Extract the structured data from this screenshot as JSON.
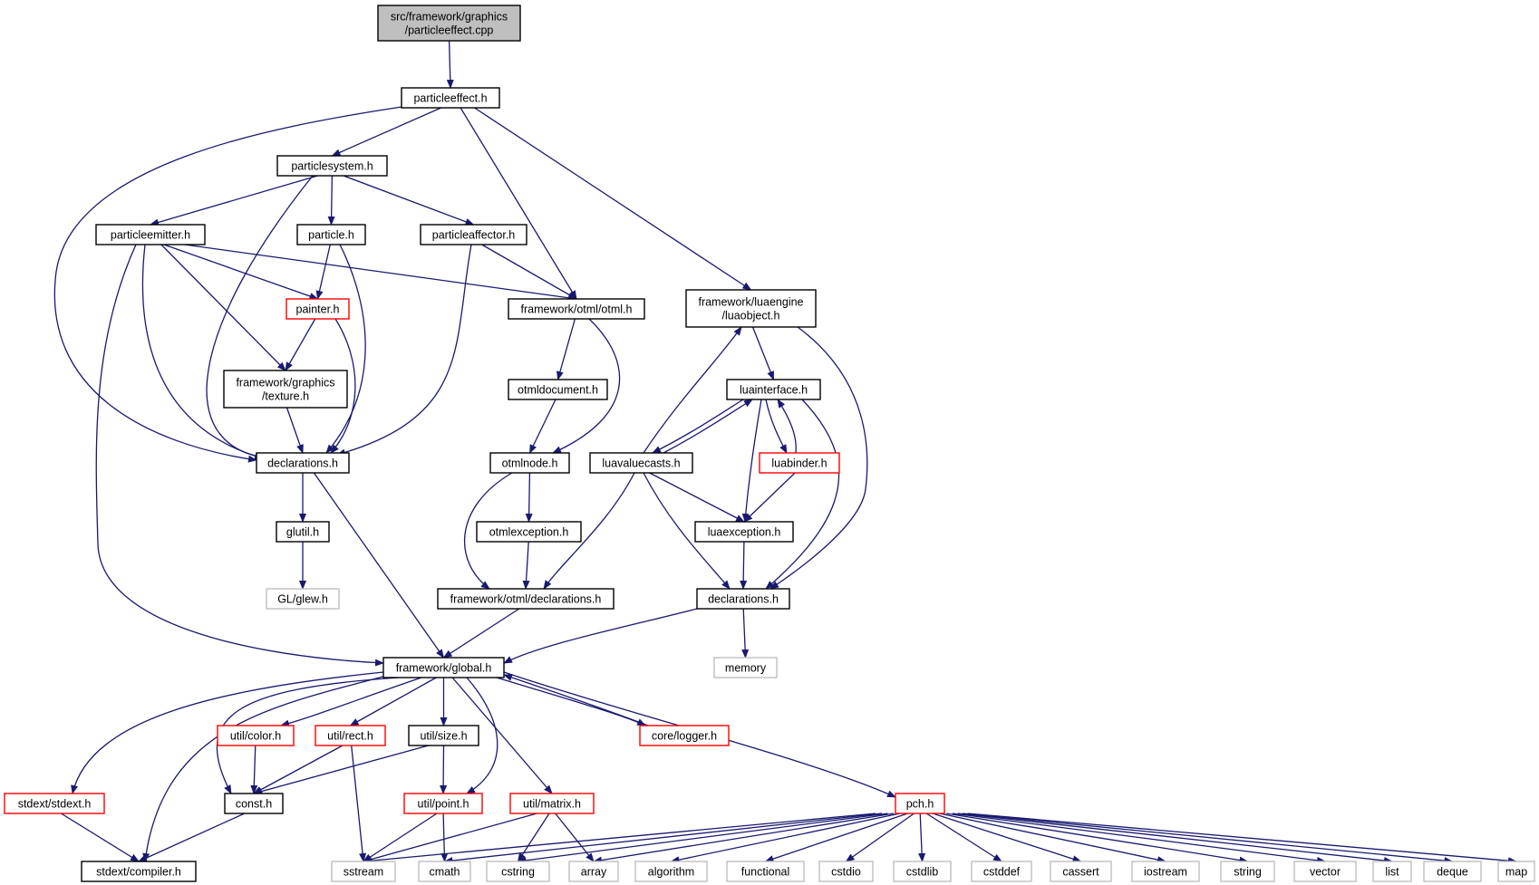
{
  "graph": {
    "colors": {
      "edge": "#191970",
      "focus_fill": "#bfbfbf",
      "normal_border": "#000000",
      "truncated_border": "#ff0000",
      "external_border": "#bfbfbf",
      "background": "#ffffff"
    },
    "nodes": [
      {
        "id": "particleeffect_cpp",
        "lines": [
          "src/framework/graphics",
          "/particleeffect.cpp"
        ],
        "kind": "focus"
      },
      {
        "id": "particleeffect_h",
        "lines": [
          "particleeffect.h"
        ],
        "kind": "normal"
      },
      {
        "id": "particlesystem_h",
        "lines": [
          "particlesystem.h"
        ],
        "kind": "normal"
      },
      {
        "id": "particleemitter_h",
        "lines": [
          "particleemitter.h"
        ],
        "kind": "normal"
      },
      {
        "id": "particle_h",
        "lines": [
          "particle.h"
        ],
        "kind": "normal"
      },
      {
        "id": "particleaffector_h",
        "lines": [
          "particleaffector.h"
        ],
        "kind": "normal"
      },
      {
        "id": "painter_h",
        "lines": [
          "painter.h"
        ],
        "kind": "truncated"
      },
      {
        "id": "otml_h",
        "lines": [
          "framework/otml/otml.h"
        ],
        "kind": "normal"
      },
      {
        "id": "luaobject_h",
        "lines": [
          "framework/luaengine",
          "/luaobject.h"
        ],
        "kind": "normal"
      },
      {
        "id": "texture_h",
        "lines": [
          "framework/graphics",
          "/texture.h"
        ],
        "kind": "normal"
      },
      {
        "id": "otmldocument_h",
        "lines": [
          "otmldocument.h"
        ],
        "kind": "normal"
      },
      {
        "id": "luainterface_h",
        "lines": [
          "luainterface.h"
        ],
        "kind": "normal"
      },
      {
        "id": "gfx_declarations_h",
        "lines": [
          "declarations.h"
        ],
        "kind": "normal"
      },
      {
        "id": "otmlnode_h",
        "lines": [
          "otmlnode.h"
        ],
        "kind": "normal"
      },
      {
        "id": "luavaluecasts_h",
        "lines": [
          "luavaluecasts.h"
        ],
        "kind": "normal"
      },
      {
        "id": "luabinder_h",
        "lines": [
          "luabinder.h"
        ],
        "kind": "truncated"
      },
      {
        "id": "glutil_h",
        "lines": [
          "glutil.h"
        ],
        "kind": "normal"
      },
      {
        "id": "otmlexception_h",
        "lines": [
          "otmlexception.h"
        ],
        "kind": "normal"
      },
      {
        "id": "luaexception_h",
        "lines": [
          "luaexception.h"
        ],
        "kind": "normal"
      },
      {
        "id": "glew_h",
        "lines": [
          "GL/glew.h"
        ],
        "kind": "external"
      },
      {
        "id": "otml_declarations_h",
        "lines": [
          "framework/otml/declarations.h"
        ],
        "kind": "normal"
      },
      {
        "id": "lua_declarations_h",
        "lines": [
          "declarations.h"
        ],
        "kind": "normal"
      },
      {
        "id": "memory",
        "lines": [
          "memory"
        ],
        "kind": "external"
      },
      {
        "id": "global_h",
        "lines": [
          "framework/global.h"
        ],
        "kind": "normal"
      },
      {
        "id": "color_h",
        "lines": [
          "util/color.h"
        ],
        "kind": "truncated"
      },
      {
        "id": "rect_h",
        "lines": [
          "util/rect.h"
        ],
        "kind": "truncated"
      },
      {
        "id": "size_h",
        "lines": [
          "util/size.h"
        ],
        "kind": "normal"
      },
      {
        "id": "logger_h",
        "lines": [
          "core/logger.h"
        ],
        "kind": "truncated"
      },
      {
        "id": "stdext_h",
        "lines": [
          "stdext/stdext.h"
        ],
        "kind": "truncated"
      },
      {
        "id": "const_h",
        "lines": [
          "const.h"
        ],
        "kind": "normal"
      },
      {
        "id": "point_h",
        "lines": [
          "util/point.h"
        ],
        "kind": "truncated"
      },
      {
        "id": "matrix_h",
        "lines": [
          "util/matrix.h"
        ],
        "kind": "truncated"
      },
      {
        "id": "pch_h",
        "lines": [
          "pch.h"
        ],
        "kind": "truncated"
      },
      {
        "id": "compiler_h",
        "lines": [
          "stdext/compiler.h"
        ],
        "kind": "normal"
      },
      {
        "id": "sstream",
        "lines": [
          "sstream"
        ],
        "kind": "external"
      },
      {
        "id": "cmath",
        "lines": [
          "cmath"
        ],
        "kind": "external"
      },
      {
        "id": "cstring",
        "lines": [
          "cstring"
        ],
        "kind": "external"
      },
      {
        "id": "array",
        "lines": [
          "array"
        ],
        "kind": "external"
      },
      {
        "id": "algorithm",
        "lines": [
          "algorithm"
        ],
        "kind": "external"
      },
      {
        "id": "functional",
        "lines": [
          "functional"
        ],
        "kind": "external"
      },
      {
        "id": "cstdio",
        "lines": [
          "cstdio"
        ],
        "kind": "external"
      },
      {
        "id": "cstdlib",
        "lines": [
          "cstdlib"
        ],
        "kind": "external"
      },
      {
        "id": "cstddef",
        "lines": [
          "cstddef"
        ],
        "kind": "external"
      },
      {
        "id": "cassert",
        "lines": [
          "cassert"
        ],
        "kind": "external"
      },
      {
        "id": "iostream",
        "lines": [
          "iostream"
        ],
        "kind": "external"
      },
      {
        "id": "string",
        "lines": [
          "string"
        ],
        "kind": "external"
      },
      {
        "id": "vector",
        "lines": [
          "vector"
        ],
        "kind": "external"
      },
      {
        "id": "list",
        "lines": [
          "list"
        ],
        "kind": "external"
      },
      {
        "id": "deque",
        "lines": [
          "deque"
        ],
        "kind": "external"
      },
      {
        "id": "map",
        "lines": [
          "map"
        ],
        "kind": "external"
      }
    ],
    "edges": [
      [
        "particleeffect_cpp",
        "particleeffect_h"
      ],
      [
        "particleeffect_h",
        "particlesystem_h"
      ],
      [
        "particleeffect_h",
        "gfx_declarations_h"
      ],
      [
        "particleeffect_h",
        "otml_h"
      ],
      [
        "particleeffect_h",
        "luaobject_h"
      ],
      [
        "particlesystem_h",
        "particleemitter_h"
      ],
      [
        "particlesystem_h",
        "particle_h"
      ],
      [
        "particlesystem_h",
        "particleaffector_h"
      ],
      [
        "particlesystem_h",
        "gfx_declarations_h"
      ],
      [
        "particleemitter_h",
        "painter_h"
      ],
      [
        "particleemitter_h",
        "texture_h"
      ],
      [
        "particleemitter_h",
        "gfx_declarations_h"
      ],
      [
        "particleemitter_h",
        "otml_h"
      ],
      [
        "particleemitter_h",
        "global_h"
      ],
      [
        "particle_h",
        "painter_h"
      ],
      [
        "particle_h",
        "gfx_declarations_h"
      ],
      [
        "particleaffector_h",
        "otml_h"
      ],
      [
        "particleaffector_h",
        "gfx_declarations_h"
      ],
      [
        "painter_h",
        "texture_h"
      ],
      [
        "painter_h",
        "gfx_declarations_h"
      ],
      [
        "texture_h",
        "gfx_declarations_h"
      ],
      [
        "gfx_declarations_h",
        "glutil_h"
      ],
      [
        "gfx_declarations_h",
        "global_h"
      ],
      [
        "glutil_h",
        "glew_h"
      ],
      [
        "otml_h",
        "otmldocument_h"
      ],
      [
        "otml_h",
        "otmlnode_h"
      ],
      [
        "otmldocument_h",
        "otmlnode_h"
      ],
      [
        "otmlnode_h",
        "otmlexception_h"
      ],
      [
        "otmlnode_h",
        "otml_declarations_h"
      ],
      [
        "otmlexception_h",
        "otml_declarations_h"
      ],
      [
        "otml_declarations_h",
        "global_h"
      ],
      [
        "luaobject_h",
        "luainterface_h"
      ],
      [
        "luaobject_h",
        "lua_declarations_h"
      ],
      [
        "luainterface_h",
        "luavaluecasts_h"
      ],
      [
        "luainterface_h",
        "luabinder_h"
      ],
      [
        "luainterface_h",
        "luaexception_h"
      ],
      [
        "luainterface_h",
        "lua_declarations_h"
      ],
      [
        "luavaluecasts_h",
        "luaobject_h"
      ],
      [
        "luavaluecasts_h",
        "luainterface_h"
      ],
      [
        "luavaluecasts_h",
        "luaexception_h"
      ],
      [
        "luavaluecasts_h",
        "otml_declarations_h"
      ],
      [
        "luavaluecasts_h",
        "lua_declarations_h"
      ],
      [
        "luabinder_h",
        "luainterface_h"
      ],
      [
        "luabinder_h",
        "luaexception_h"
      ],
      [
        "luaexception_h",
        "lua_declarations_h"
      ],
      [
        "lua_declarations_h",
        "global_h"
      ],
      [
        "lua_declarations_h",
        "memory"
      ],
      [
        "global_h",
        "stdext_h"
      ],
      [
        "global_h",
        "compiler_h"
      ],
      [
        "global_h",
        "const_h"
      ],
      [
        "global_h",
        "color_h"
      ],
      [
        "global_h",
        "rect_h"
      ],
      [
        "global_h",
        "size_h"
      ],
      [
        "global_h",
        "point_h"
      ],
      [
        "global_h",
        "matrix_h"
      ],
      [
        "global_h",
        "logger_h"
      ],
      [
        "global_h",
        "pch_h"
      ],
      [
        "logger_h",
        "global_h"
      ],
      [
        "stdext_h",
        "compiler_h"
      ],
      [
        "color_h",
        "const_h"
      ],
      [
        "rect_h",
        "const_h"
      ],
      [
        "rect_h",
        "sstream"
      ],
      [
        "size_h",
        "const_h"
      ],
      [
        "size_h",
        "point_h"
      ],
      [
        "const_h",
        "compiler_h"
      ],
      [
        "point_h",
        "sstream"
      ],
      [
        "point_h",
        "cmath"
      ],
      [
        "matrix_h",
        "sstream"
      ],
      [
        "matrix_h",
        "cstring"
      ],
      [
        "matrix_h",
        "array"
      ],
      [
        "pch_h",
        "sstream"
      ],
      [
        "pch_h",
        "cmath"
      ],
      [
        "pch_h",
        "cstring"
      ],
      [
        "pch_h",
        "array"
      ],
      [
        "pch_h",
        "algorithm"
      ],
      [
        "pch_h",
        "functional"
      ],
      [
        "pch_h",
        "cstdio"
      ],
      [
        "pch_h",
        "cstdlib"
      ],
      [
        "pch_h",
        "cstddef"
      ],
      [
        "pch_h",
        "cassert"
      ],
      [
        "pch_h",
        "iostream"
      ],
      [
        "pch_h",
        "string"
      ],
      [
        "pch_h",
        "vector"
      ],
      [
        "pch_h",
        "list"
      ],
      [
        "pch_h",
        "deque"
      ],
      [
        "pch_h",
        "map"
      ]
    ]
  }
}
